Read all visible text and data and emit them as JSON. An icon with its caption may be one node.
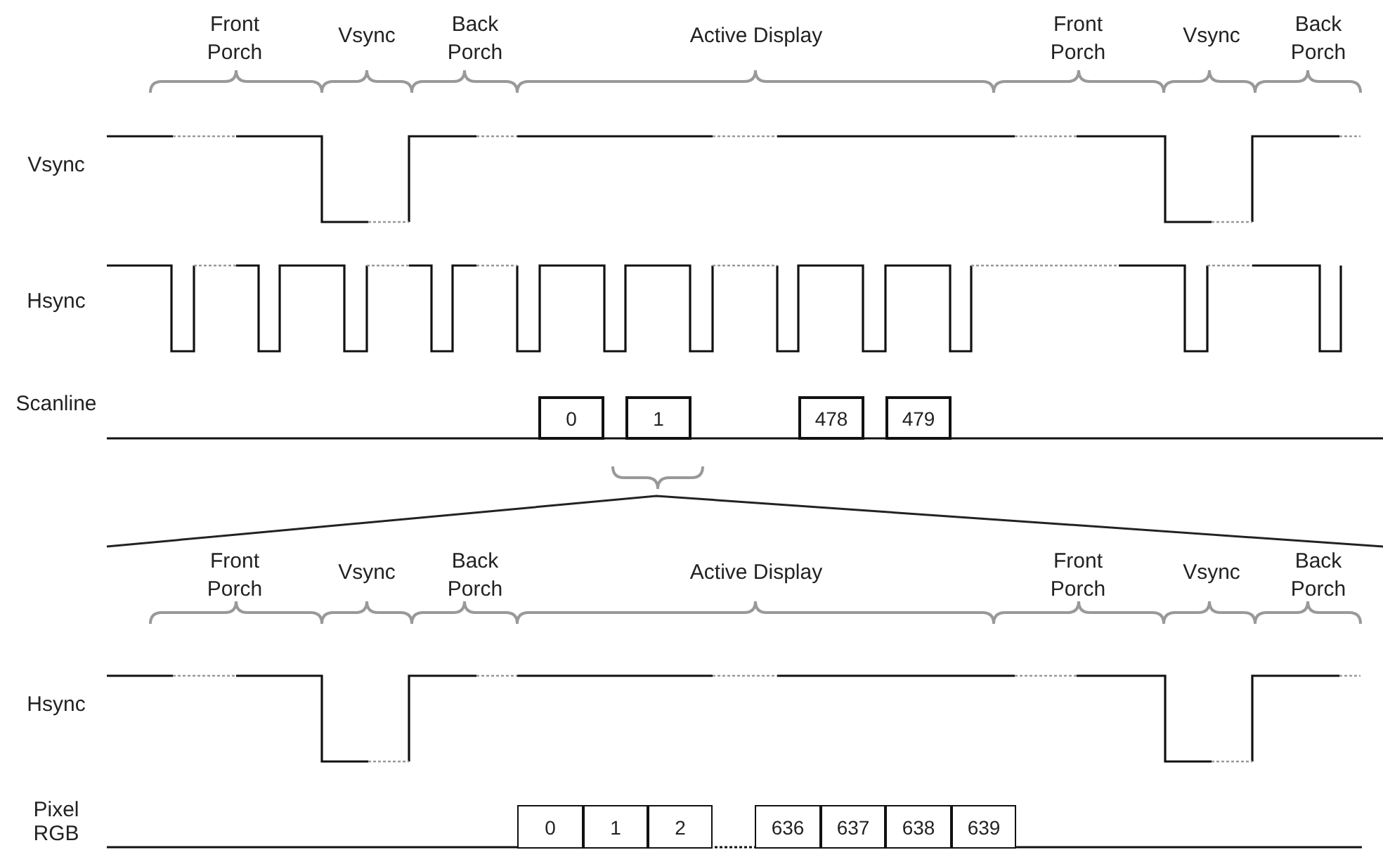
{
  "diagram": {
    "nodes": [
      {
        "text": [
          "0"
        ]
      },
      {
        "text": [
          "1"
        ]
      },
      {
        "text": [
          "478"
        ]
      },
      {
        "text": [
          "479"
        ]
      },
      {
        "text": [
          "0"
        ]
      },
      {
        "text": [
          "1"
        ]
      },
      {
        "text": [
          "2"
        ]
      },
      {
        "text": [
          "636"
        ]
      },
      {
        "text": [
          "637"
        ]
      },
      {
        "text": [
          "638"
        ]
      },
      {
        "text": [
          "639"
        ]
      }
    ],
    "labels": [
      "Front Porch",
      "Vsync",
      "Back Porch",
      "Active Display",
      "Front Porch",
      "Vsync",
      "Back Porch",
      "Vsync",
      "Hsync",
      "Scanline",
      "Front Porch",
      "Vsync",
      "Back Porch",
      "Active Display",
      "Front Porch",
      "Vsync",
      "Back Porch",
      "Hsync",
      "Pixel RGB"
    ]
  }
}
